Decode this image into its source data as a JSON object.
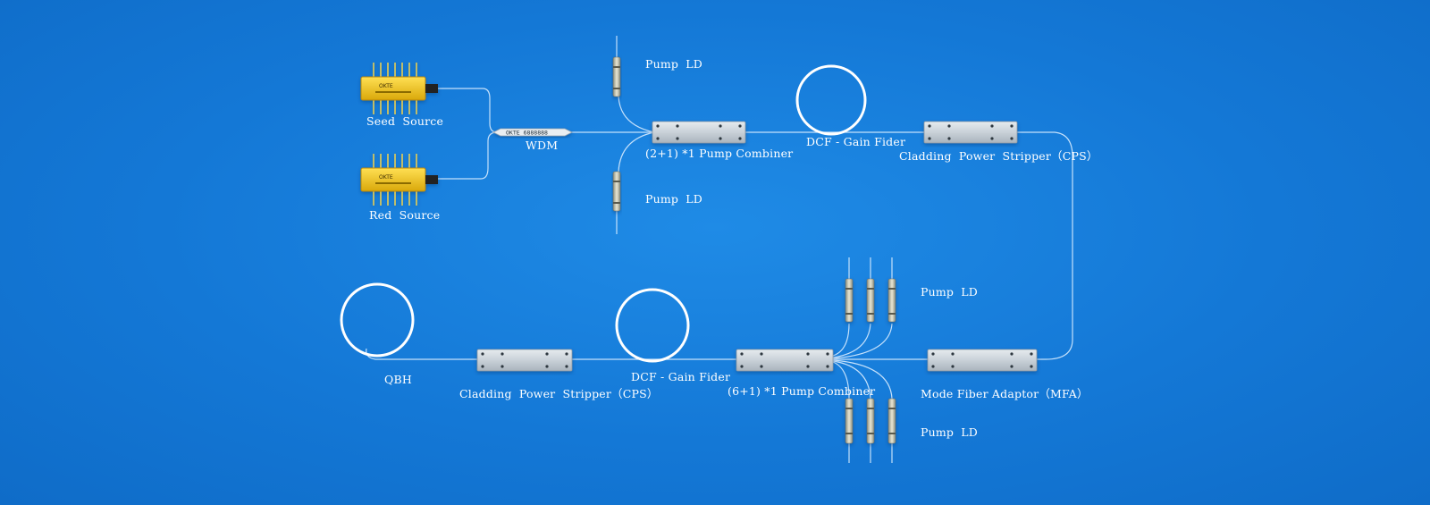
{
  "labels": {
    "seed_source": "Seed  Source",
    "red_source": "Red  Source",
    "wdm": "WDM",
    "wdm_marking": "OKTE  6888888",
    "pump_ld_top": "Pump  LD",
    "pump_ld_mid": "Pump  LD",
    "pump_combiner_2_1": "(2+1)  *1 Pump Combiner",
    "dcf_gain_fider_top": "DCF - Gain Fider",
    "cps_top": "Cladding  Power  Stripper（CPS）",
    "pump_ld_lower_top": "Pump  LD",
    "pump_ld_lower_bottom": "Pump  LD",
    "qbh": "QBH",
    "cps_bottom": "Cladding  Power  Stripper（CPS）",
    "dcf_gain_fider_bottom": "DCF - Gain Fider",
    "pump_combiner_6_1": "(6+1)  *1 Pump Combiner",
    "mfa": "Mode Fiber Adaptor（MFA）"
  },
  "colors": {
    "background": "#1478d6",
    "fiber": "#d8ecff",
    "module_body": "#cfd6dd",
    "laser_body": "#f2c81c",
    "label": "#ffffff"
  },
  "icons": {
    "seed_source": "butterfly-laser-icon",
    "red_source": "butterfly-laser-icon",
    "wdm": "wdm-coupler-icon",
    "pump_ld": "pump-diode-icon",
    "combiner": "combiner-module-icon",
    "cps": "stripper-module-icon",
    "mfa": "adaptor-module-icon",
    "fiber_coil": "fiber-coil-icon",
    "qbh": "qbh-coil-icon"
  }
}
